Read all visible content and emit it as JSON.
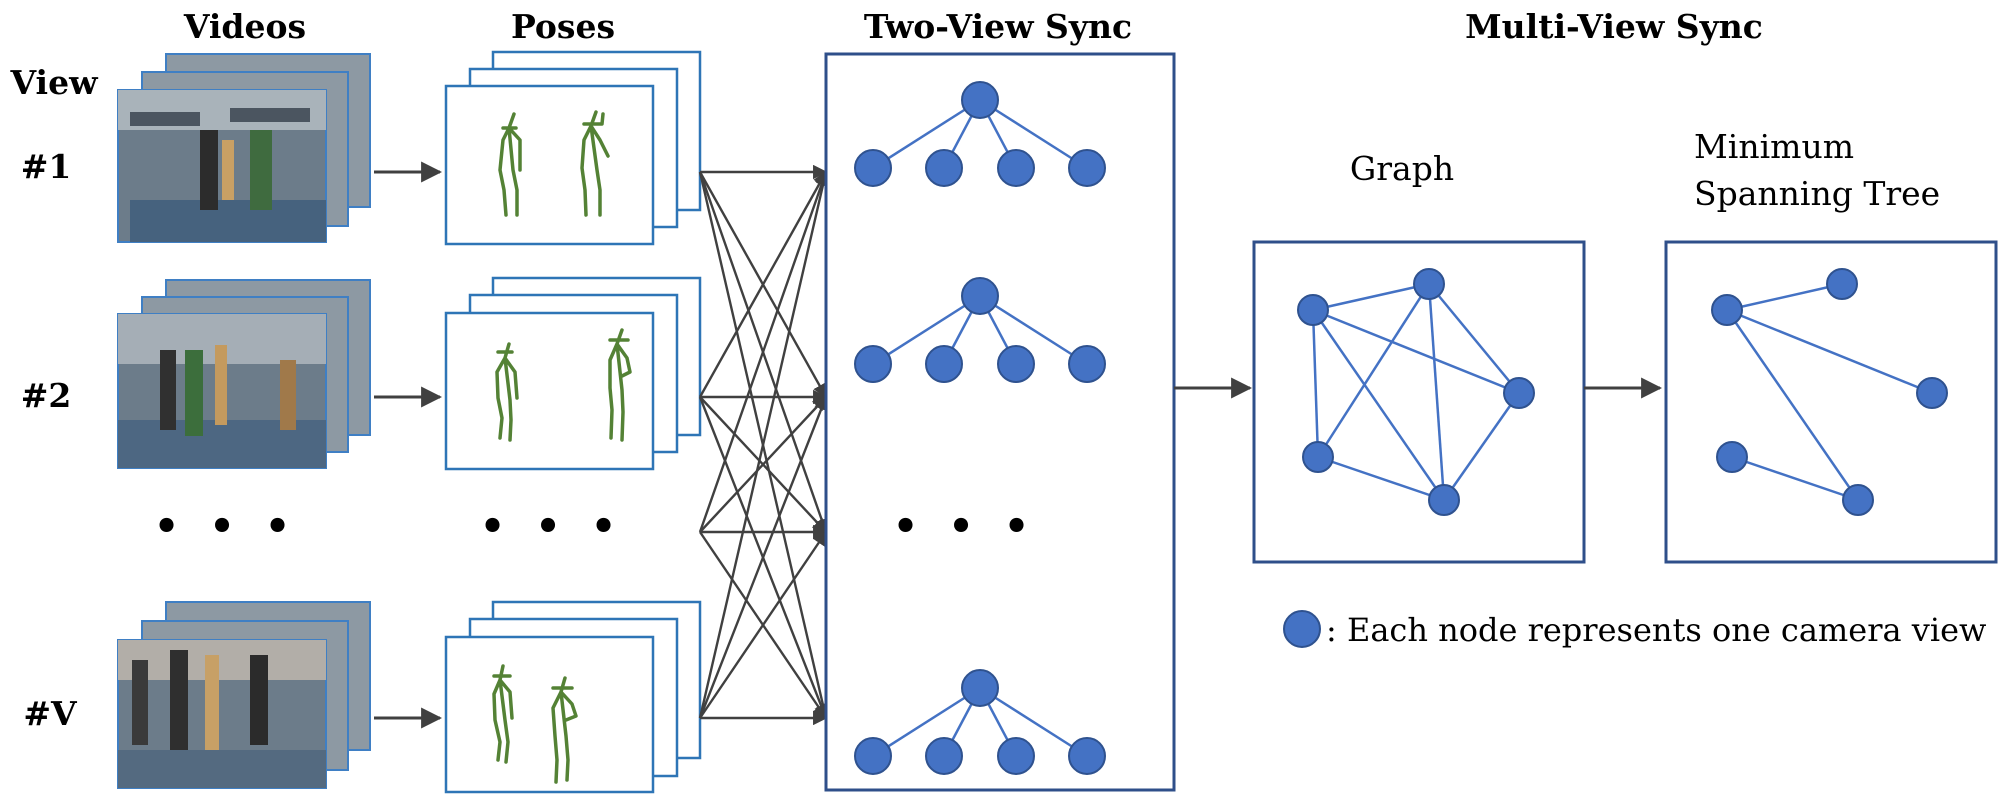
{
  "headers": {
    "videos": "Videos",
    "poses": "Poses",
    "two_view": "Two-View Sync",
    "multi_view": "Multi-View Sync",
    "view": "View"
  },
  "view_labels": [
    "#1",
    "#2",
    "#V"
  ],
  "ellipsis": "• • •",
  "graph_label": "Graph",
  "mst_label_line1": "Minimum",
  "mst_label_line2": "Spanning Tree",
  "legend_text": ": Each node represents one camera view",
  "colors": {
    "node": "#4472c4",
    "node_stroke": "#2f528f",
    "skeleton": "#548235",
    "frame_border": "#2e75b6",
    "arrow": "#404040"
  },
  "icons": {
    "video": "video-stack-icon",
    "pose": "skeleton-pose-icon",
    "node": "camera-view-node-icon"
  }
}
